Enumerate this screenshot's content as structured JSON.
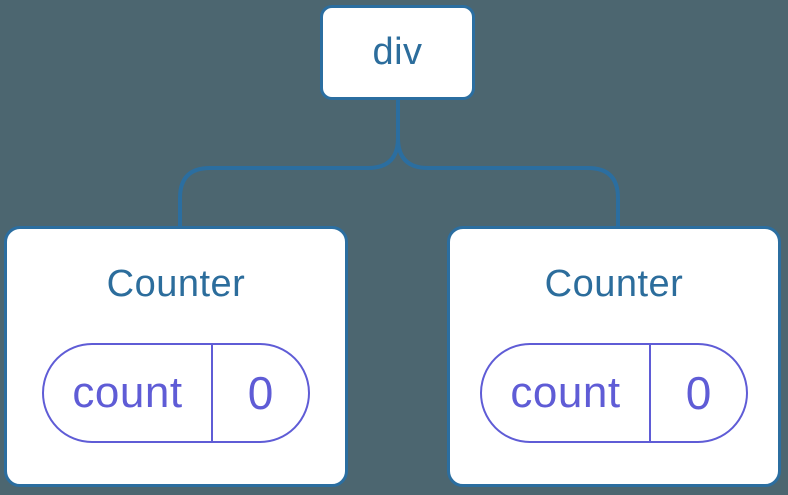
{
  "colors": {
    "bg": "#4c6670",
    "blue": "#2b6ea0",
    "blue_text": "#2c6d9c",
    "purple": "#5f5cd6",
    "card_bg": "#ffffff"
  },
  "tree": {
    "root": {
      "label": "div"
    },
    "children": [
      {
        "title": "Counter",
        "state_key": "count",
        "state_value": "0"
      },
      {
        "title": "Counter",
        "state_key": "count",
        "state_value": "0"
      }
    ]
  }
}
